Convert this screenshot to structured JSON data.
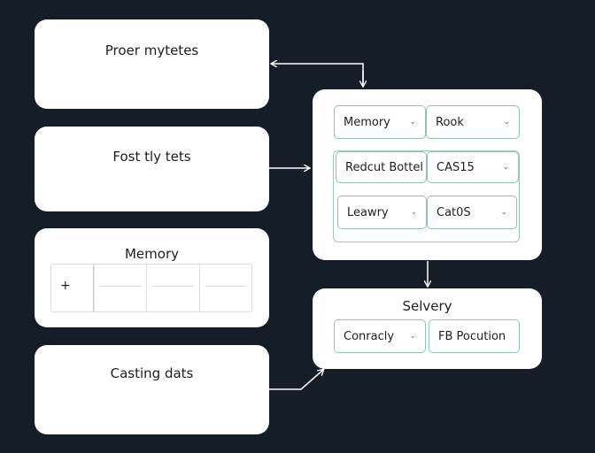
{
  "left_cards": [
    {
      "title": "Proer mytetes"
    },
    {
      "title": "Fost tly tets"
    },
    {
      "title": "Memory"
    },
    {
      "title": "Casting dats"
    }
  ],
  "memory_table": {
    "add_label": "+"
  },
  "right_panel": {
    "rows": [
      {
        "left": "Memory",
        "right": "Rook"
      },
      {
        "left": "Redcut Bottel",
        "right": "CAS15"
      },
      {
        "left": "Leawry",
        "right": "Cat0S"
      }
    ]
  },
  "bottom_panel": {
    "title": "Selvery",
    "left": "Conracly",
    "right": "FB Pocution"
  },
  "colors": {
    "background": "#151d27",
    "card": "#ffffff",
    "accent_border": "#8fc3b1",
    "connector": "#ffffff"
  },
  "icons": {
    "dropdown": "chevron-down-icon"
  }
}
